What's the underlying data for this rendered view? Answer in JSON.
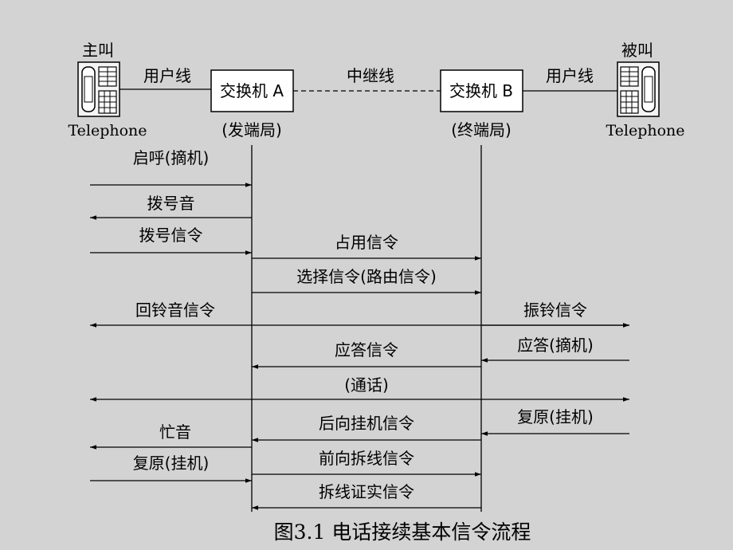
{
  "caller": {
    "label": "主叫",
    "name": "Telephone"
  },
  "callee": {
    "label": "被叫",
    "name": "Telephone"
  },
  "exchange_a": {
    "label": "交换机 A",
    "role": "(发端局)"
  },
  "exchange_b": {
    "label": "交换机 B",
    "role": "(终端局)"
  },
  "links": {
    "user_line_left": "用户线",
    "trunk": "中继线",
    "user_line_right": "用户线"
  },
  "signals": [
    {
      "id": "offhook",
      "label": "启呼(摘机)"
    },
    {
      "id": "dial-tone",
      "label": "拨号音"
    },
    {
      "id": "dial-signal",
      "label": "拨号信令"
    },
    {
      "id": "seize",
      "label": "占用信令"
    },
    {
      "id": "select",
      "label": "选择信令(路由信令)"
    },
    {
      "id": "ringback",
      "label": "回铃音信令"
    },
    {
      "id": "ringing",
      "label": "振铃信令"
    },
    {
      "id": "answer-signal",
      "label": "应答信令"
    },
    {
      "id": "answer-offhook",
      "label": "应答(摘机)"
    },
    {
      "id": "talk",
      "label": "(通话)"
    },
    {
      "id": "clear-back",
      "label": "后向挂机信令"
    },
    {
      "id": "callee-onhook",
      "label": "复原(挂机)"
    },
    {
      "id": "busy-tone",
      "label": "忙音"
    },
    {
      "id": "caller-onhook",
      "label": "复原(挂机)"
    },
    {
      "id": "clear-forward",
      "label": "前向拆线信令"
    },
    {
      "id": "release-guard",
      "label": "拆线证实信令"
    }
  ],
  "caption": "图3.1  电话接续基本信令流程"
}
